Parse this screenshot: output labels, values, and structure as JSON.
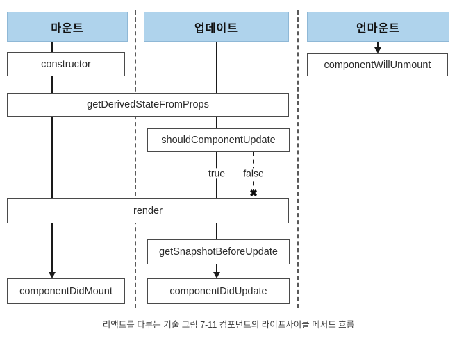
{
  "diagram": {
    "title_context": "React component lifecycle flow",
    "columns": [
      {
        "id": "mount",
        "label": "마운트"
      },
      {
        "id": "update",
        "label": "업데이트"
      },
      {
        "id": "unmount",
        "label": "언마운트"
      }
    ],
    "nodes": {
      "constructor": "constructor",
      "get_derived_state_from_props": "getDerivedStateFromProps",
      "should_component_update": "shouldComponentUpdate",
      "render": "render",
      "get_snapshot_before_update": "getSnapshotBeforeUpdate",
      "component_did_mount": "componentDidMount",
      "component_did_update": "componentDidUpdate",
      "component_will_unmount": "componentWillUnmount"
    },
    "branch_labels": {
      "true_label": "true",
      "false_label": "false"
    },
    "terminator_glyph": "✖",
    "colors": {
      "header_fill": "#AFD3EC",
      "header_border": "#8FB8D6",
      "box_border": "#4A4A4A",
      "line": "#1A1A1A"
    }
  },
  "caption": "리액트를 다루는 기술 그림 7-11 컴포넌트의 라이프사이클 메서드 흐름"
}
